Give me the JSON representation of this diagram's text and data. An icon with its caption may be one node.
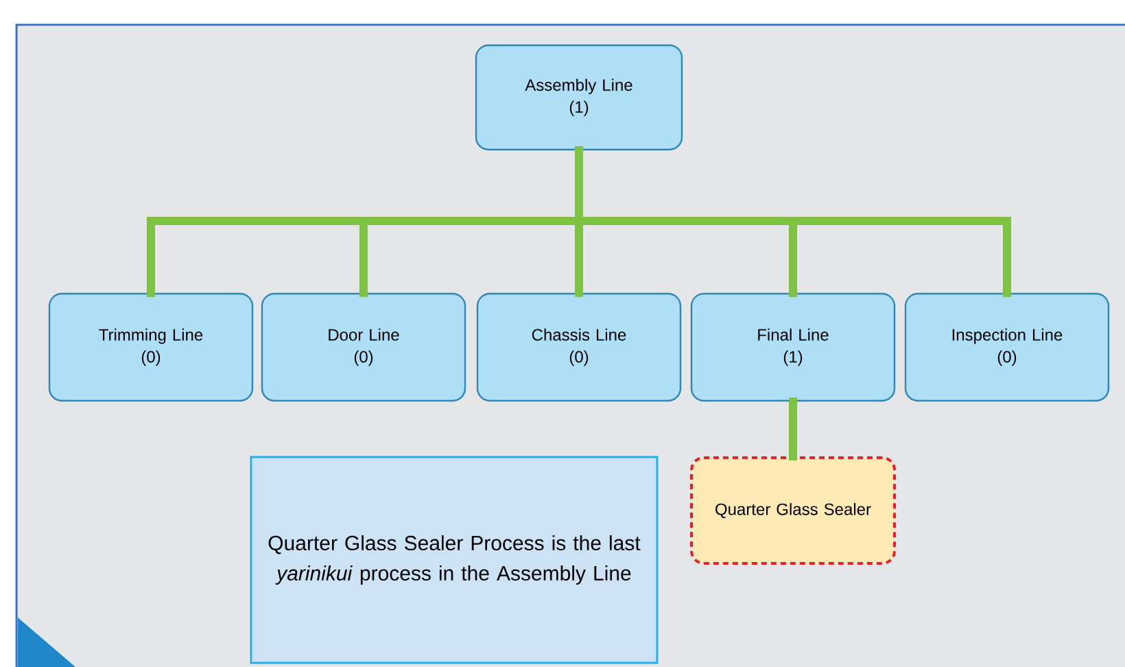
{
  "diagram": {
    "nodes": [
      {
        "text": [
          "Assembly Line",
          "(1)"
        ]
      },
      {
        "text": [
          "Trimming Line",
          "(0)"
        ]
      },
      {
        "text": [
          "Door Line",
          "(0)"
        ]
      },
      {
        "text": [
          "Chassis Line",
          "(0)"
        ]
      },
      {
        "text": [
          "Final Line",
          "(1)"
        ]
      },
      {
        "text": [
          "Inspection Line",
          "(0)"
        ]
      },
      {
        "text": [
          "Quarter Glass Sealer"
        ]
      },
      {
        "text": [
          "Quarter Glass Sealer Process is the last *yarinikui* process in the Assembly Line"
        ]
      }
    ],
    "edges": [
      {
        "from": 0,
        "to": 1,
        "arrow": "none"
      },
      {
        "from": 0,
        "to": 2,
        "arrow": "none"
      },
      {
        "from": 0,
        "to": 3,
        "arrow": "none"
      },
      {
        "from": 0,
        "to": 4,
        "arrow": "none"
      },
      {
        "from": 0,
        "to": 5,
        "arrow": "none"
      },
      {
        "from": 4,
        "to": 6,
        "arrow": "none"
      }
    ]
  }
}
